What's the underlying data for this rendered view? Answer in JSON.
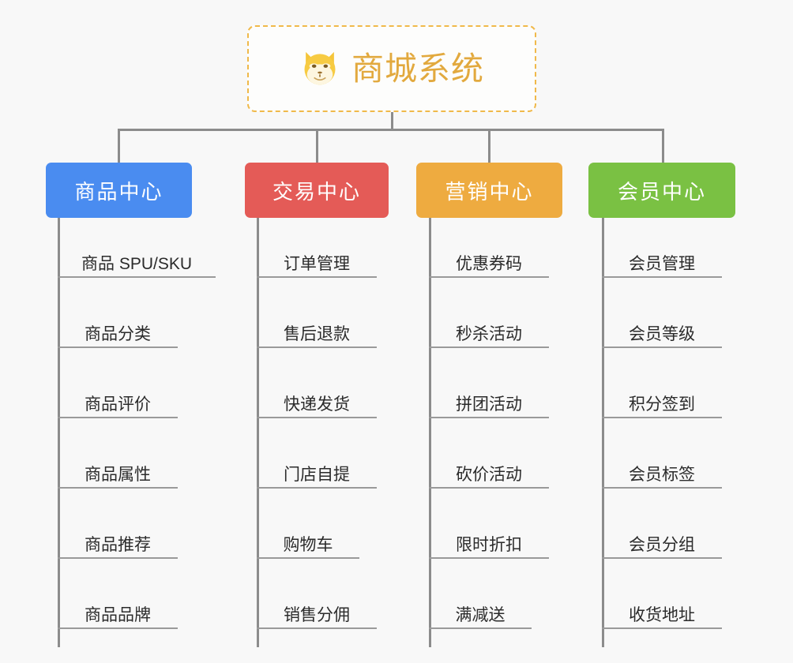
{
  "background_color": "#f8f8f8",
  "connector_color": "#8c8c8c",
  "root": {
    "title": "商城系统",
    "icon": "dog-face-icon",
    "text_color": "#e2a93e",
    "border_color": "#f0b94a",
    "background": "#fdfdfc"
  },
  "leaf_text_color": "#2b2b2b",
  "leaf_underline_color": "#9a9a9a",
  "branches": [
    {
      "label": "商品中心",
      "color": "#4a8cf0",
      "items": [
        "商品 SPU/SKU",
        "商品分类",
        "商品评价",
        "商品属性",
        "商品推荐",
        "商品品牌"
      ]
    },
    {
      "label": "交易中心",
      "color": "#e45b57",
      "items": [
        "订单管理",
        "售后退款",
        "快递发货",
        "门店自提",
        "购物车",
        "销售分佣"
      ]
    },
    {
      "label": "营销中心",
      "color": "#eeab40",
      "items": [
        "优惠券码",
        "秒杀活动",
        "拼团活动",
        "砍价活动",
        "限时折扣",
        "满减送"
      ]
    },
    {
      "label": "会员中心",
      "color": "#7ac143",
      "items": [
        "会员管理",
        "会员等级",
        "积分签到",
        "会员标签",
        "会员分组",
        "收货地址"
      ]
    }
  ]
}
